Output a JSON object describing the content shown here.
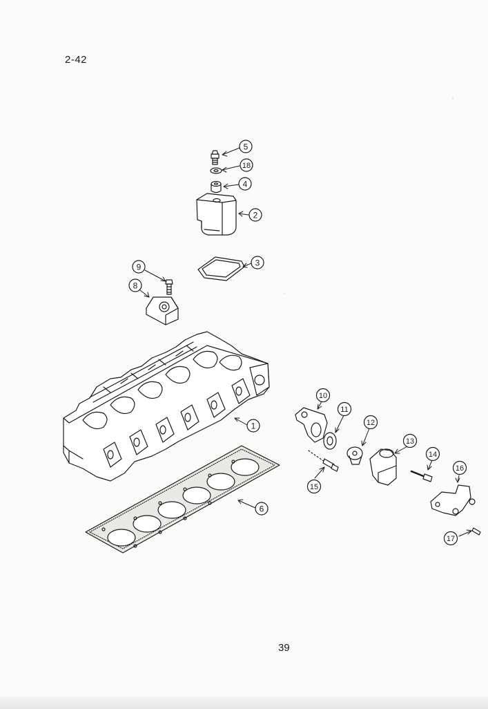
{
  "page": {
    "section_label": "2-42",
    "page_number": "39"
  },
  "callouts": [
    {
      "id": "part-1",
      "label": "1"
    },
    {
      "id": "part-2",
      "label": "2"
    },
    {
      "id": "part-3",
      "label": "3"
    },
    {
      "id": "part-4",
      "label": "4"
    },
    {
      "id": "part-5",
      "label": "5"
    },
    {
      "id": "part-6",
      "label": "6"
    },
    {
      "id": "part-8",
      "label": "8"
    },
    {
      "id": "part-9",
      "label": "9"
    },
    {
      "id": "part-10",
      "label": "10"
    },
    {
      "id": "part-11",
      "label": "11"
    },
    {
      "id": "part-12",
      "label": "12"
    },
    {
      "id": "part-13",
      "label": "13"
    },
    {
      "id": "part-14",
      "label": "14"
    },
    {
      "id": "part-15",
      "label": "15"
    },
    {
      "id": "part-16",
      "label": "16"
    },
    {
      "id": "part-17",
      "label": "17"
    },
    {
      "id": "part-18",
      "label": "18"
    }
  ],
  "colors": {
    "ink": "#1a1a1a",
    "paper": "#fbfbf9"
  }
}
